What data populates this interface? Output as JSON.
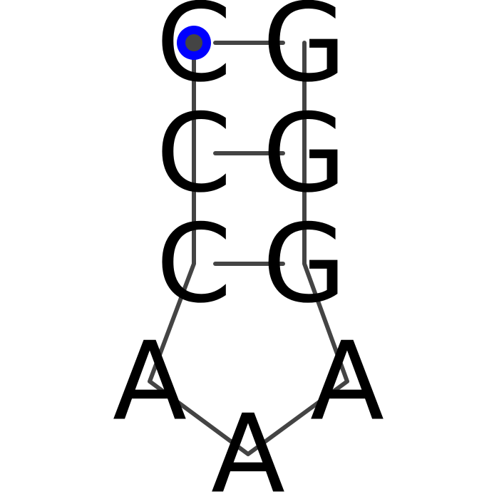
{
  "diagram": {
    "bases": [
      {
        "id": "b1",
        "letter": "C"
      },
      {
        "id": "b2",
        "letter": "C"
      },
      {
        "id": "b3",
        "letter": "C"
      },
      {
        "id": "b4",
        "letter": "A"
      },
      {
        "id": "b5",
        "letter": "A"
      },
      {
        "id": "b6",
        "letter": "A"
      },
      {
        "id": "b7",
        "letter": "G"
      },
      {
        "id": "b8",
        "letter": "G"
      },
      {
        "id": "b9",
        "letter": "G"
      }
    ],
    "pairs": [
      [
        "b1",
        "b9"
      ],
      [
        "b2",
        "b8"
      ],
      [
        "b3",
        "b7"
      ]
    ],
    "start_base": "b1",
    "colors": {
      "backbone": "#444444",
      "pair_bond": "#444444",
      "letter": "#000000",
      "start_marker": "#0000ff",
      "start_dot": "#444444"
    }
  }
}
